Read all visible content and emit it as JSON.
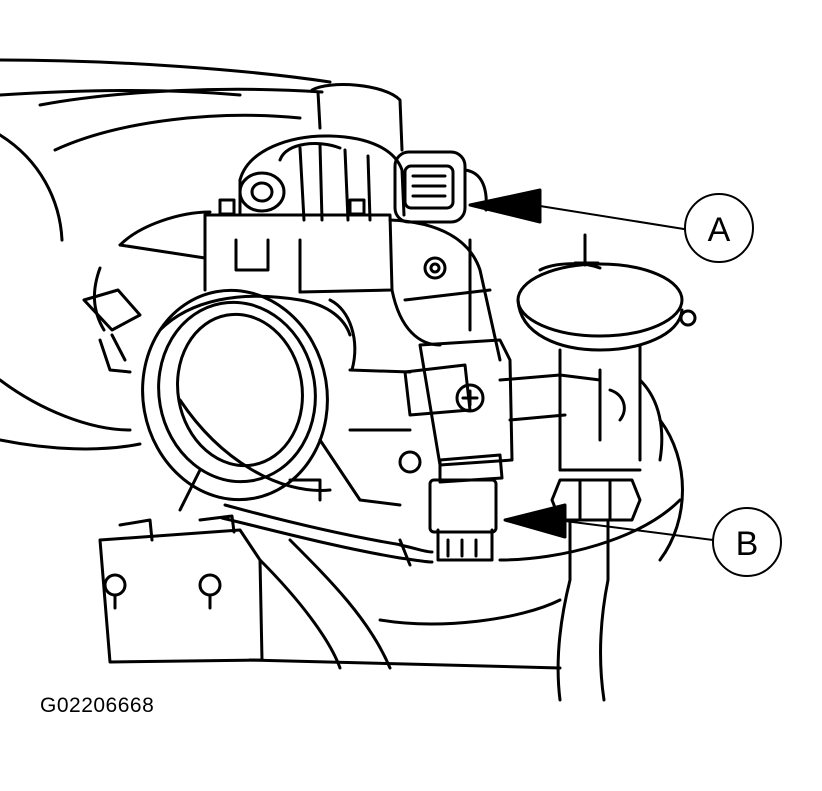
{
  "callouts": [
    {
      "label": "A"
    },
    {
      "label": "B"
    }
  ],
  "figure_id": "G02206668"
}
